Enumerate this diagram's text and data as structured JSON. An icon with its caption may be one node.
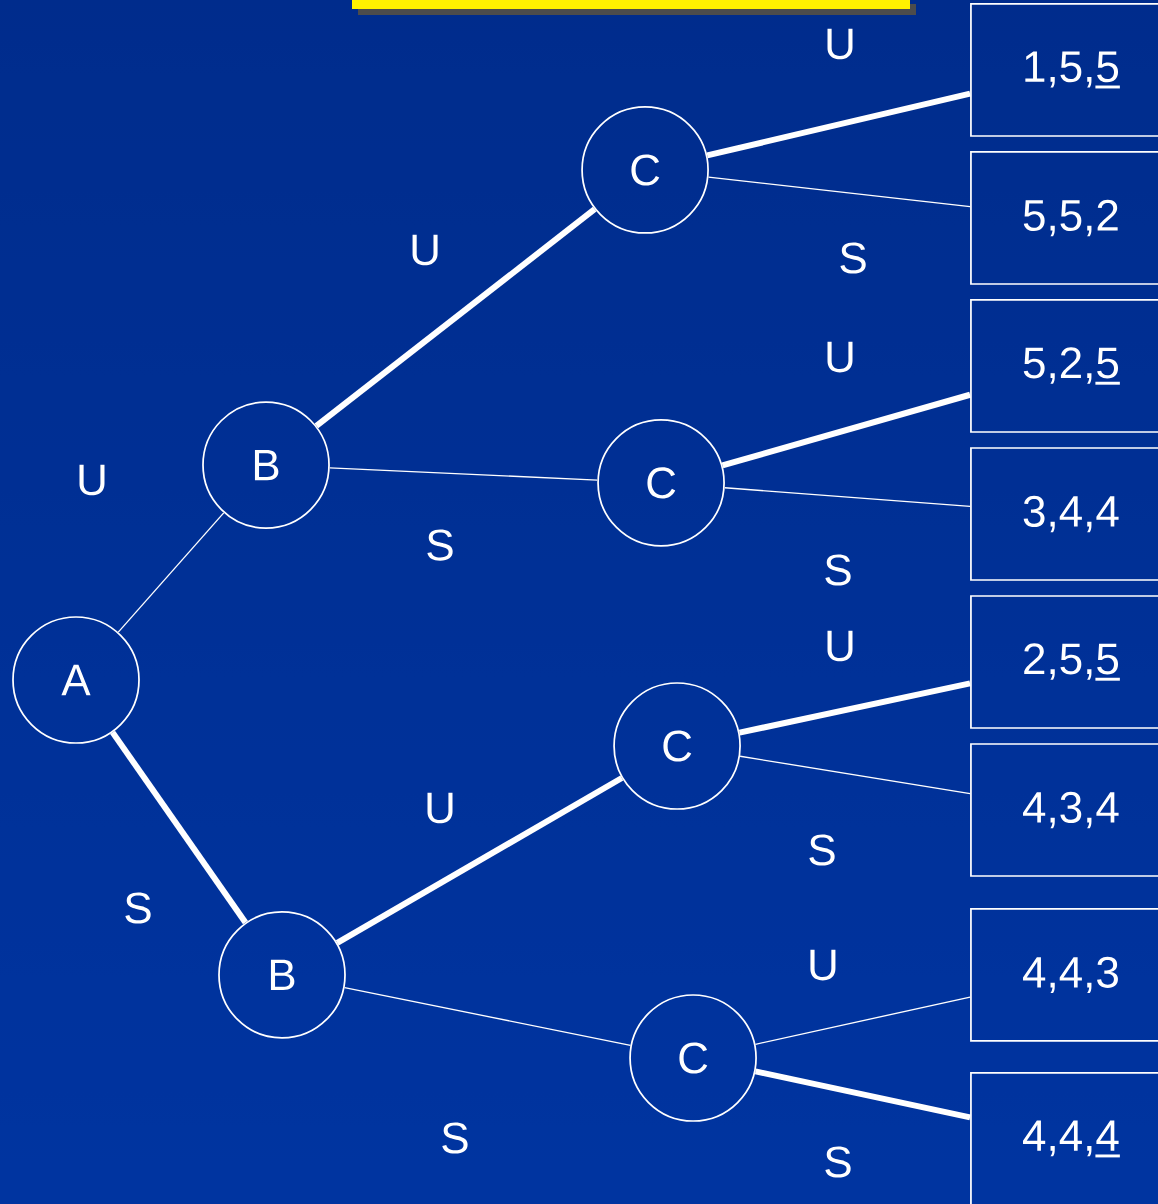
{
  "diagram": {
    "nodes": [
      {
        "text": [
          "A"
        ]
      },
      {
        "text": [
          "B"
        ]
      },
      {
        "text": [
          "B"
        ]
      },
      {
        "text": [
          "C"
        ]
      },
      {
        "text": [
          "C"
        ]
      },
      {
        "text": [
          "C"
        ]
      },
      {
        "text": [
          "C"
        ]
      },
      {
        "text": [
          "1,5,5"
        ]
      },
      {
        "text": [
          "5,5,2"
        ]
      },
      {
        "text": [
          "5,2,5"
        ]
      },
      {
        "text": [
          "3,4,4"
        ]
      },
      {
        "text": [
          "2,5,5"
        ]
      },
      {
        "text": [
          "4,3,4"
        ]
      },
      {
        "text": [
          "4,4,3"
        ]
      },
      {
        "text": [
          "4,4,4"
        ]
      }
    ],
    "edges": [
      {
        "from": 0,
        "to": 1,
        "arrow": "none",
        "label": "U"
      },
      {
        "from": 0,
        "to": 2,
        "arrow": "none",
        "label": "S",
        "style": "thick"
      },
      {
        "from": 1,
        "to": 3,
        "arrow": "none",
        "label": "U",
        "style": "thick"
      },
      {
        "from": 1,
        "to": 4,
        "arrow": "none",
        "label": "S"
      },
      {
        "from": 2,
        "to": 5,
        "arrow": "none",
        "label": "U",
        "style": "thick"
      },
      {
        "from": 2,
        "to": 6,
        "arrow": "none",
        "label": "S"
      },
      {
        "from": 3,
        "to": 7,
        "arrow": "none",
        "label": "U",
        "style": "thick"
      },
      {
        "from": 3,
        "to": 8,
        "arrow": "none",
        "label": "S"
      },
      {
        "from": 4,
        "to": 9,
        "arrow": "none",
        "label": "U",
        "style": "thick"
      },
      {
        "from": 4,
        "to": 10,
        "arrow": "none",
        "label": "S"
      },
      {
        "from": 5,
        "to": 11,
        "arrow": "none",
        "label": "U",
        "style": "thick"
      },
      {
        "from": 5,
        "to": 12,
        "arrow": "none",
        "label": "S"
      },
      {
        "from": 6,
        "to": 13,
        "arrow": "none",
        "label": "U"
      },
      {
        "from": 6,
        "to": 14,
        "arrow": "none",
        "label": "S",
        "style": "thick"
      }
    ]
  }
}
